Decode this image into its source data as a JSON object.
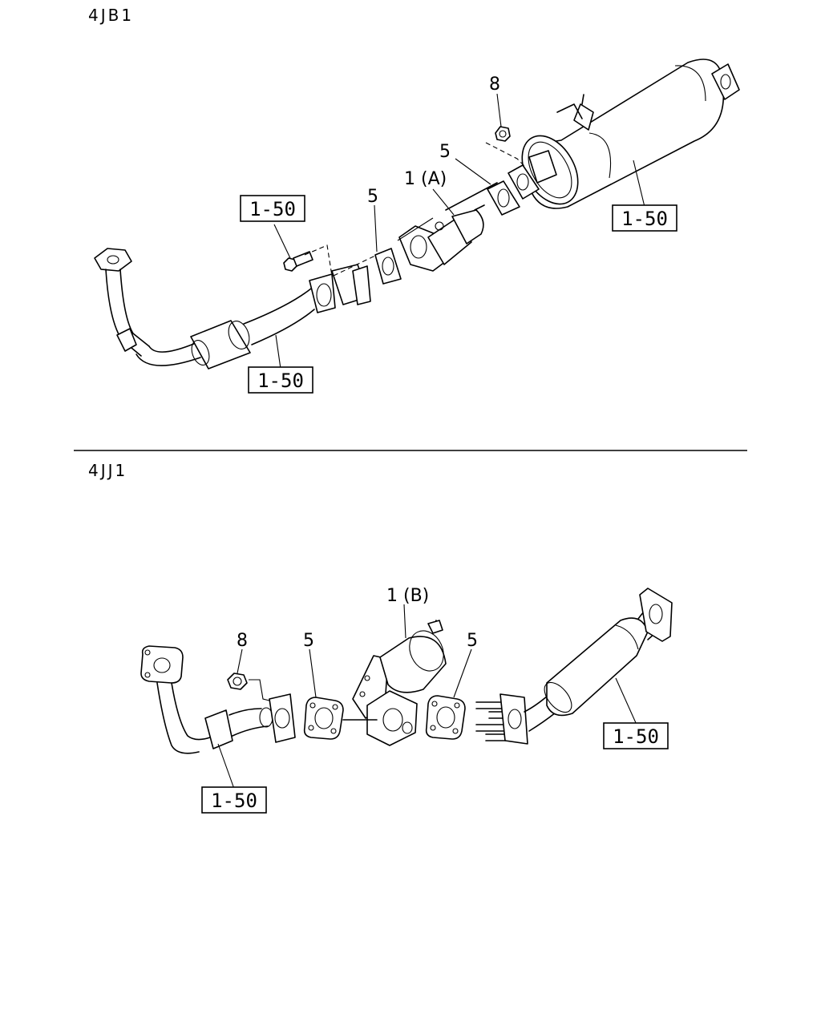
{
  "sections": [
    {
      "engine": "4JB1",
      "callouts": {
        "nut": "8",
        "gasket_right": "5",
        "gasket_left": "5",
        "exhaust_brake": "1 (A)"
      },
      "refs": {
        "bolt": "1-50",
        "muffler": "1-50",
        "front_pipe": "1-50"
      }
    },
    {
      "engine": "4JJ1",
      "callouts": {
        "exhaust_brake": "1 (B)",
        "nut": "8",
        "gasket_left": "5",
        "gasket_right": "5"
      },
      "refs": {
        "front_pipe": "1-50",
        "rear_pipe": "1-50"
      }
    }
  ]
}
